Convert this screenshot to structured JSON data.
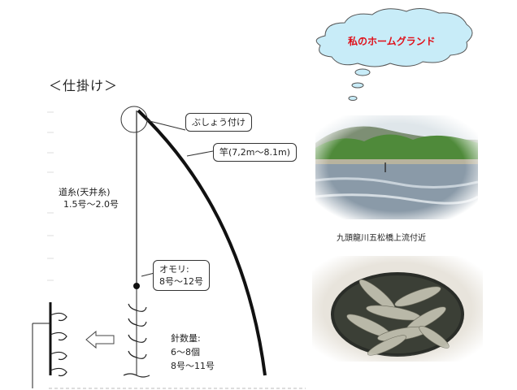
{
  "title": "＜仕掛け＞",
  "cloud_text": "私のホームグランド",
  "callout_float": "ぶしょう付け",
  "callout_rod": "竿(7,2m〜8.1m)",
  "line_label": {
    "line1": "道糸(天井糸)",
    "line2": "1.5号〜2.0号"
  },
  "sinker_label": {
    "line1": "オモリ:",
    "line2": "8号〜12号"
  },
  "hook_label": {
    "line1": "針数量:",
    "line2": "6〜8個",
    "line3": "8号〜11号"
  },
  "photo_caption": "九頭龍川五松橋上流付近",
  "colors": {
    "cloud_fill": "#c8ecf8",
    "cloud_text": "#e0101a",
    "water": "#8a9aa8",
    "trees": "#4f8a3a"
  },
  "icons": {
    "arrow": "left-arrow-icon",
    "hook": "hook-icon"
  }
}
